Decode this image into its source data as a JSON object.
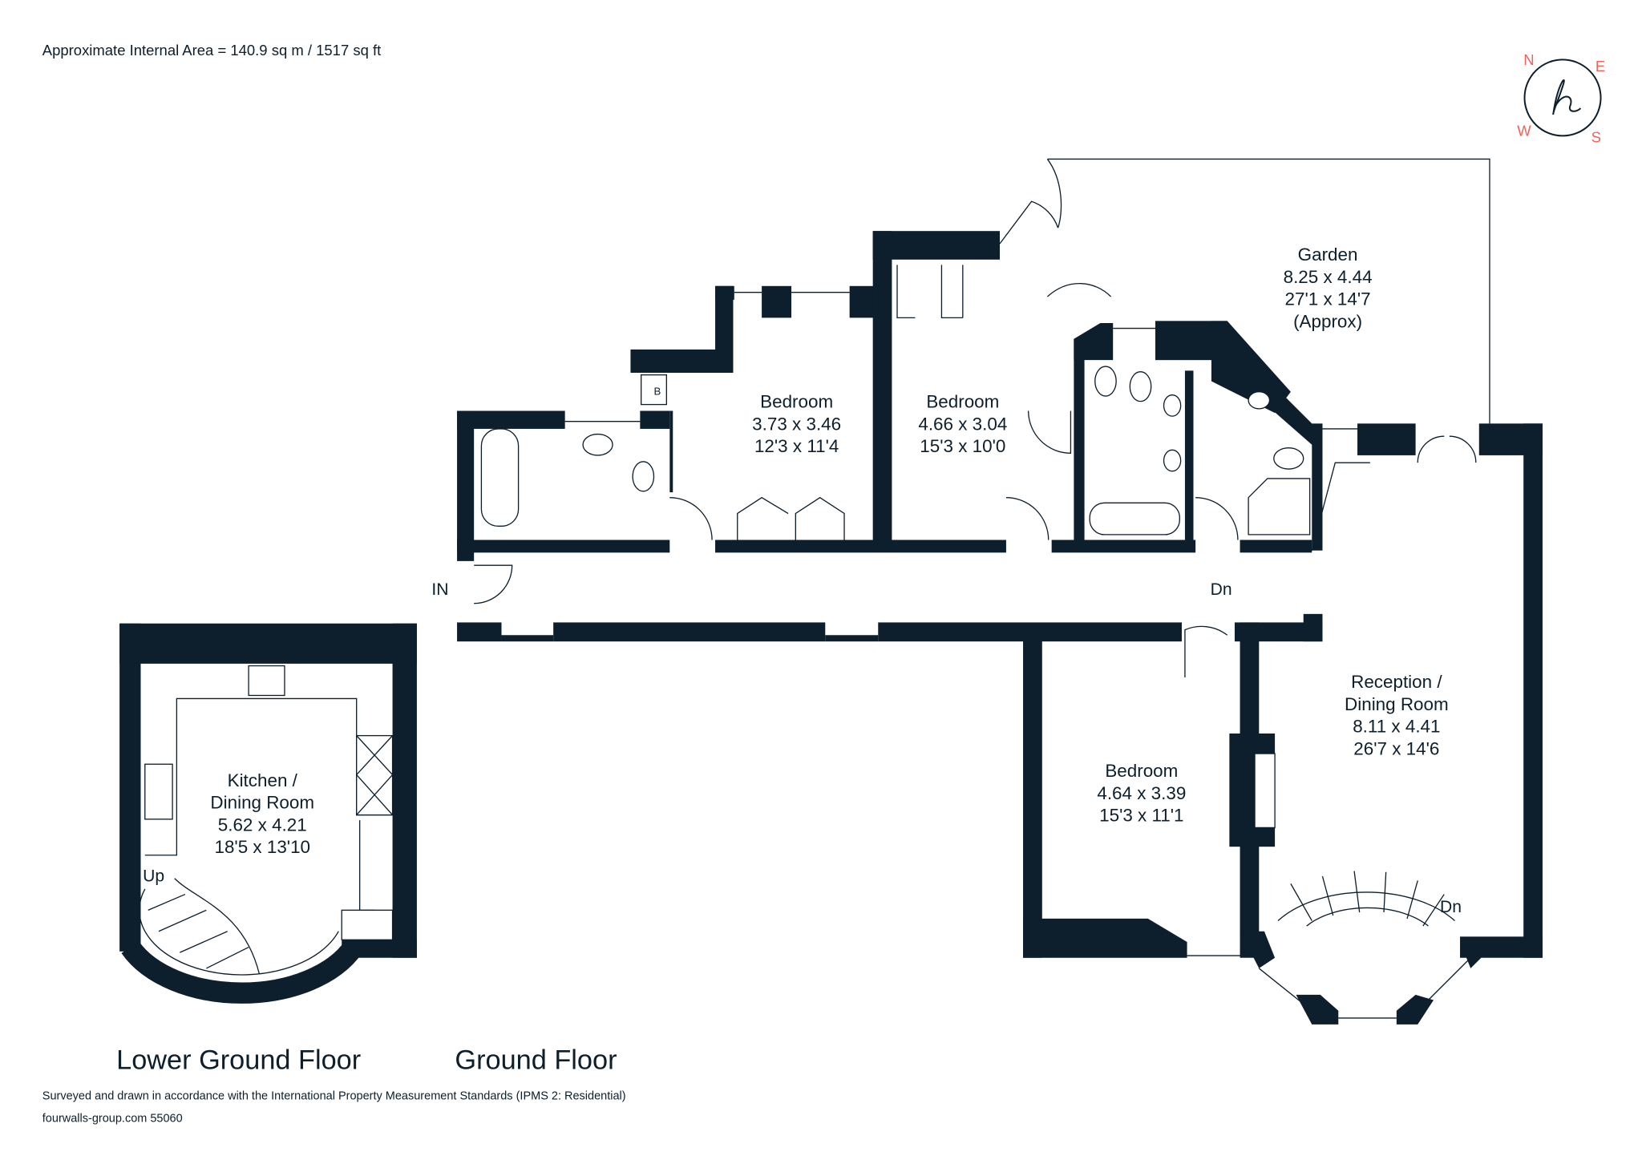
{
  "header": {
    "area": "Approximate Internal Area = 140.9 sq m / 1517 sq ft"
  },
  "compass": {
    "n": "N",
    "e": "E",
    "s": "S",
    "w": "W",
    "accent": "#f0625a",
    "wall_color": "#0d1f2d"
  },
  "rooms": {
    "garden": {
      "name": "Garden",
      "metric": "8.25 x 4.44",
      "imperial": "27'1 x 14'7",
      "note": "(Approx)"
    },
    "bedroom1": {
      "name": "Bedroom",
      "metric": "3.73 x 3.46",
      "imperial": "12'3 x 11'4"
    },
    "bedroom2": {
      "name": "Bedroom",
      "metric": "4.66 x 3.04",
      "imperial": "15'3 x 10'0"
    },
    "bedroom3": {
      "name": "Bedroom",
      "metric": "4.64 x 3.39",
      "imperial": "15'3 x 11'1"
    },
    "reception": {
      "name": "Reception /",
      "name2": "Dining Room",
      "metric": "8.11 x 4.41",
      "imperial": "26'7 x 14'6"
    },
    "kitchen": {
      "name": "Kitchen /",
      "name2": "Dining Room",
      "metric": "5.62 x 4.21",
      "imperial": "18'5 x 13'10"
    }
  },
  "markers": {
    "in": "IN",
    "dn1": "Dn",
    "dn2": "Dn",
    "up": "Up",
    "boiler": "B"
  },
  "floors": {
    "lower": "Lower Ground Floor",
    "ground": "Ground Floor"
  },
  "footer": {
    "survey": "Surveyed and drawn in accordance with the International Property Measurement Standards (IPMS 2: Residential)",
    "ref": "fourwalls-group.com 55060"
  }
}
